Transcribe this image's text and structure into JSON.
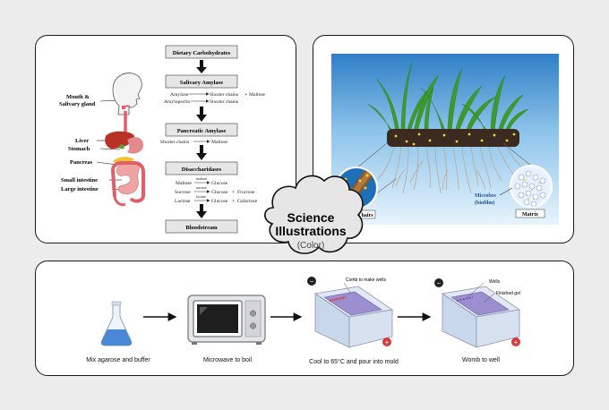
{
  "digestion": {
    "steps": [
      "Dietary Carbohydrates",
      "Salivary Amylase",
      "Pancreatic Amylase",
      "Disaccharidases",
      "Bloodstream"
    ],
    "salivary_reactions": {
      "amylose": "Amylose",
      "shorter1": "Shorter chains",
      "maltose1": "Maltose",
      "amylopectin": "Amylopectin",
      "shorter2": "Shorter chains"
    },
    "pancreatic_reactions": {
      "shorter": "Shorter chains",
      "maltose": "Maltose"
    },
    "disaccharide_reactions": {
      "maltose": "Maltose",
      "maltase": "maltase",
      "glucose1": "Glucose",
      "sucrose": "Sucrose",
      "sucrase": "sucrase",
      "glucose2": "Glucose",
      "fructose": "Fructose",
      "lactose": "Lactose",
      "lactase": "lactase",
      "glucose3": "Glucose",
      "galactose": "Galactose"
    },
    "organs": {
      "mouth": "Mouth &",
      "salivary": "Salivary gland",
      "liver": "Liver",
      "stomach": "Stomach",
      "pancreas": "Pancreas",
      "small_intestine": "Small intestine",
      "large_intestine": "Large intestine"
    }
  },
  "biofilm": {
    "root_hairs": "Roots hairs",
    "microbes": "Microbes",
    "biofilm": "(biofilm)",
    "matrix": "Matrix"
  },
  "badge": {
    "line1": "Science",
    "line2": "Illustrations",
    "line3": "(Color)"
  },
  "gel": {
    "steps": [
      "Mix agarose and buffer",
      "Microwave to boil",
      "Cool to 65°C and pour into mold",
      "Womb to well"
    ],
    "comb_label": "Comb to make wells",
    "wells_label": "Wells",
    "finished_label": "Finished gel",
    "neg": "−",
    "pos": "+"
  },
  "colors": {
    "panel_border": "#1a1a1a",
    "box_fill": "#e6e6e6",
    "organ_red": "#e0606a",
    "liver": "#c0392b",
    "sky": "#3f8ed0",
    "gel_purple": "#9b8fd0",
    "liquid_blue": "#4a88d6"
  }
}
